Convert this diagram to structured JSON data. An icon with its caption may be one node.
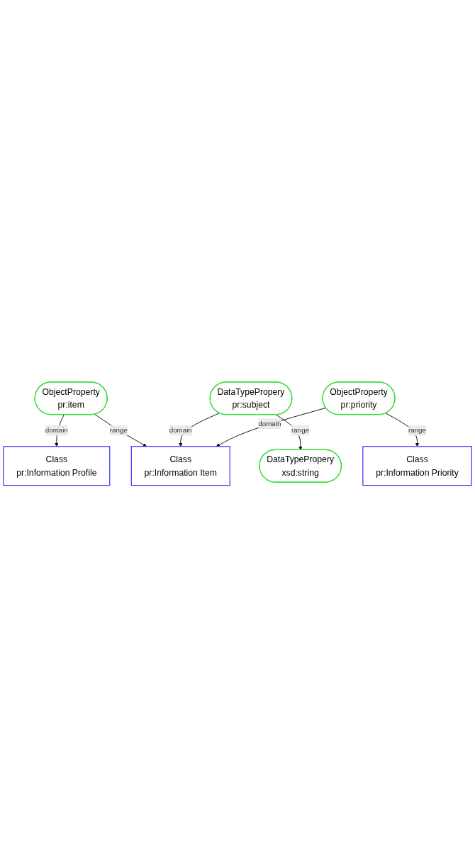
{
  "diagram": {
    "nodes": [
      {
        "text": [
          "Class",
          "pr:Information Profile"
        ]
      },
      {
        "text": [
          "ObjectProperty",
          "pr:item"
        ]
      },
      {
        "text": [
          "Class",
          "pr:Information Item"
        ]
      },
      {
        "text": [
          "DataTypePropery",
          "pr:subject"
        ]
      },
      {
        "text": [
          "ObjectProperty",
          "pr:priority"
        ]
      },
      {
        "text": [
          "DataTypePropery",
          "xsd:string"
        ]
      },
      {
        "text": [
          "Class",
          "pr:Information Priority"
        ]
      }
    ],
    "edges": [
      {
        "from": 1,
        "to": 0,
        "arrow": "to",
        "label": "domain"
      },
      {
        "from": 1,
        "to": 2,
        "arrow": "to",
        "label": "range"
      },
      {
        "from": 3,
        "to": 2,
        "arrow": "to",
        "label": "domain"
      },
      {
        "from": 4,
        "to": 2,
        "arrow": "to",
        "label": "domain"
      },
      {
        "from": 3,
        "to": 5,
        "arrow": "to",
        "label": "range"
      },
      {
        "from": 4,
        "to": 6,
        "arrow": "to",
        "label": "range"
      }
    ]
  }
}
